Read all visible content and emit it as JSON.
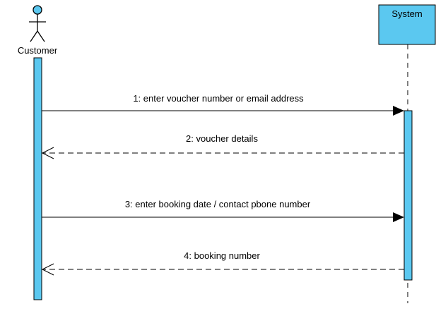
{
  "diagram": {
    "type": "sequence",
    "participants": [
      {
        "id": "customer",
        "label": "Customer",
        "kind": "actor"
      },
      {
        "id": "system",
        "label": "System",
        "kind": "object"
      }
    ],
    "messages": [
      {
        "label": "1: enter voucher number or email address",
        "from": "customer",
        "to": "system",
        "style": "sync"
      },
      {
        "label": "2: voucher details",
        "from": "system",
        "to": "customer",
        "style": "return"
      },
      {
        "label": "3: enter booking date / contact pbone number",
        "from": "customer",
        "to": "system",
        "style": "sync"
      },
      {
        "label": "4: booking number",
        "from": "system",
        "to": "customer",
        "style": "return"
      }
    ]
  },
  "colors": {
    "fill": "#5bc8f0",
    "stroke": "#000000"
  }
}
